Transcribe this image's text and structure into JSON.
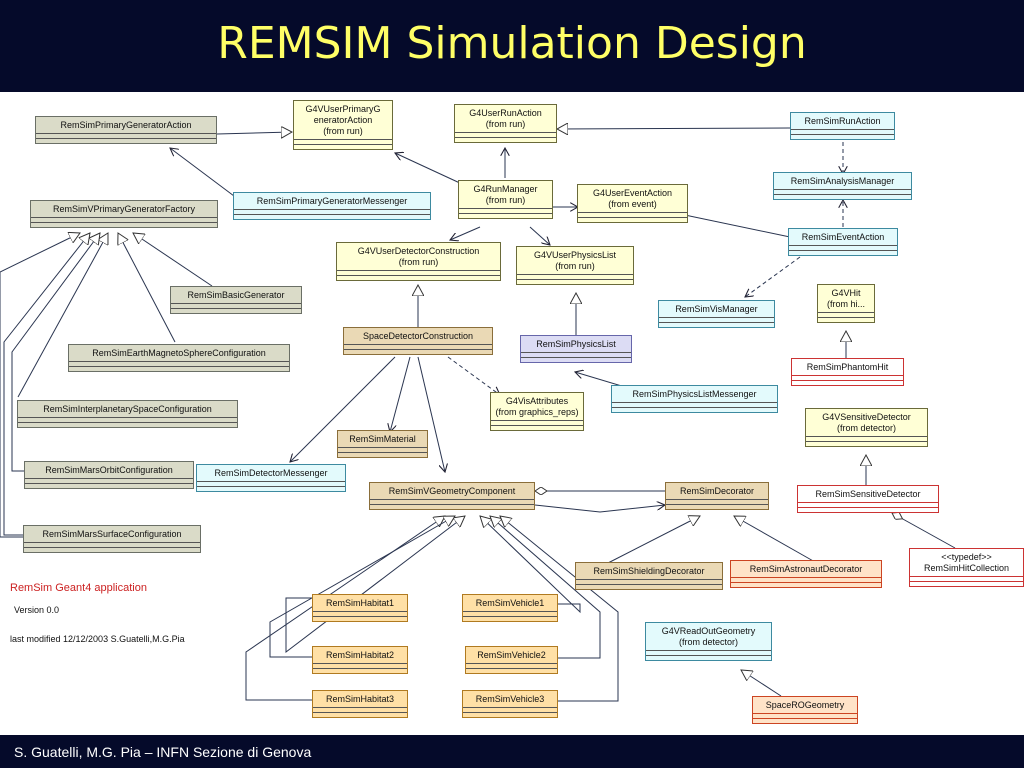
{
  "title": "REMSIM Simulation Design",
  "footer": "S. Guatelli, M.G. Pia – INFN Sezione di Genova",
  "note": {
    "title": "RemSim Geant4 application",
    "version": "Version 0.0",
    "modified": "last modified 12/12/2003 S.Guatelli,M.G.Pia"
  },
  "classes": {
    "pga": "RemSimPrimaryGeneratorAction",
    "g4upga": "G4VUserPrimaryG\neneratorAction\n(from run)",
    "g4ura": "G4UserRunAction\n(from run)",
    "rsra": "RemSimRunAction",
    "rsam": "RemSimAnalysisManager",
    "g4rm": "G4RunManager\n(from run)",
    "pgm": "RemSimPrimaryGeneratorMessenger",
    "vpgf": "RemSimVPrimaryGeneratorFactory",
    "g4uea": "G4UserEventAction\n(from event)",
    "rsea": "RemSimEventAction",
    "g4udc": "G4VUserDetectorConstruction\n(from run)",
    "g4upl": "G4VUserPhysicsList\n(from run)",
    "g4vhit": "G4VHit\n(from hi...",
    "bg": "RemSimBasicGenerator",
    "vm": "RemSimVisManager",
    "emsc": "RemSimEarthMagnetoSphereConfiguration",
    "sdc": "SpaceDetectorConstruction",
    "rpl": "RemSimPhysicsList",
    "ph": "RemSimPhantomHit",
    "ipsc": "RemSimInterplanetarySpaceConfiguration",
    "g4va": "G4VisAttributes\n(from graphics_reps)",
    "rplm": "RemSimPhysicsListMessenger",
    "mat": "RemSimMaterial",
    "g4sd": "G4VSensitiveDetector\n(from detector)",
    "moc": "RemSimMarsOrbitConfiguration",
    "dm": "RemSimDetectorMessenger",
    "vgc": "RemSimVGeometryComponent",
    "dec": "RemSimDecorator",
    "rssd": "RemSimSensitiveDetector",
    "msc": "RemSimMarsSurfaceConfiguration",
    "hc": "<<typedef>>\nRemSimHitCollection",
    "shd": "RemSimShieldingDecorator",
    "ad": "RemSimAstronautDecorator",
    "h1": "RemSimHabitat1",
    "v1": "RemSimVehicle1",
    "g4rog": "G4VReadOutGeometry\n(from detector)",
    "h2": "RemSimHabitat2",
    "v2": "RemSimVehicle2",
    "h3": "RemSimHabitat3",
    "v3": "RemSimVehicle3",
    "srog": "SpaceROGeometry"
  }
}
